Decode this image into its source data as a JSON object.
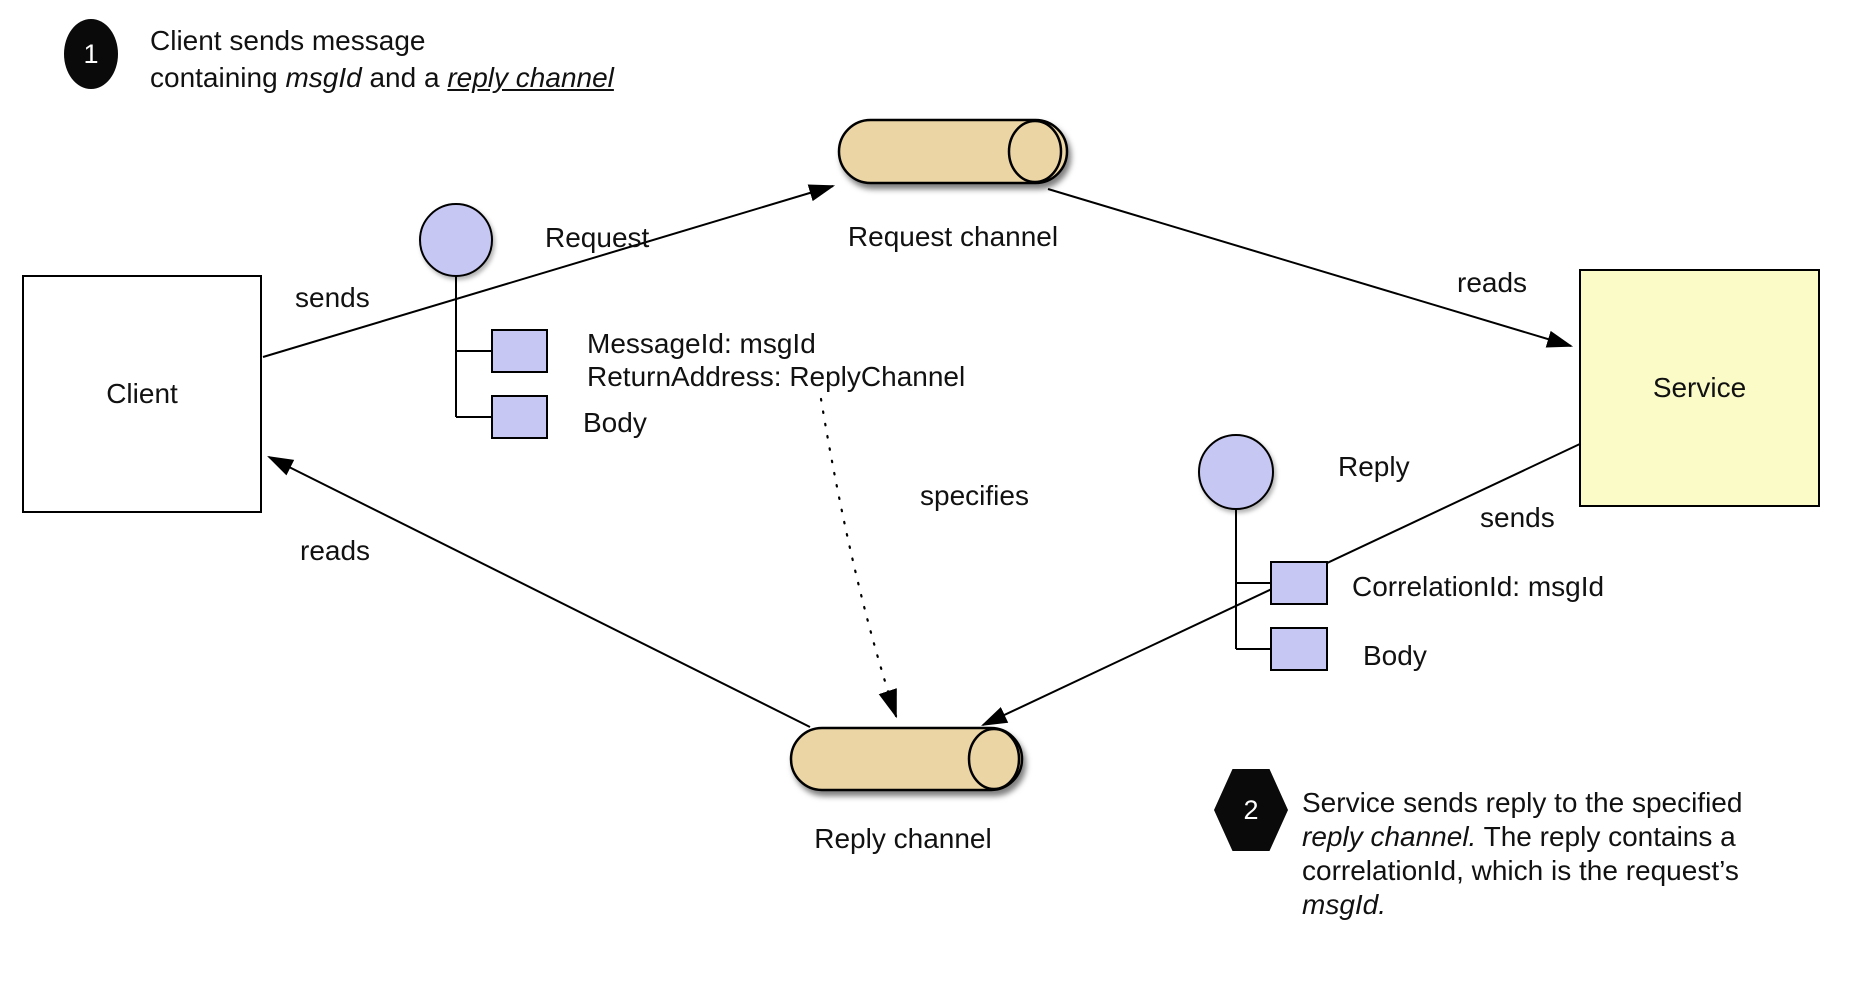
{
  "title_note": {
    "number": "1",
    "line1": "Client sends message",
    "line2_plain1": "containing ",
    "line2_italic1": "msgId",
    "line2_plain2": " and a ",
    "line2_italic_underline": "reply channel"
  },
  "footer_note": {
    "number": "2",
    "line1": "Service sends reply to the specified",
    "line2_italic": "reply channel.",
    "line2_rest": " The reply contains a",
    "line3": "correlationId, which is the request’s",
    "line4_italic": "msgId."
  },
  "nodes": {
    "client": {
      "label": "Client"
    },
    "service": {
      "label": "Service"
    },
    "request_channel": {
      "label": "Request channel"
    },
    "reply_channel": {
      "label": "Reply channel"
    }
  },
  "edge_labels": {
    "client_sends": "sends",
    "request": "Request",
    "service_reads": "reads",
    "reply": "Reply",
    "service_sends": "sends",
    "client_reads": "reads",
    "specifies": "specifies"
  },
  "request_message": {
    "header_line1": "MessageId: msgId",
    "header_line2": "ReturnAddress: ReplyChannel",
    "body_label": "Body"
  },
  "reply_message": {
    "header_line1": "CorrelationId: msgId",
    "body_label": "Body"
  },
  "colors": {
    "channel_fill": "#ecd5a4",
    "message_fill": "#c7c7f4",
    "service_fill": "#fbfbc8",
    "client_fill": "#ffffff",
    "line": "#000000",
    "note_marker": "#0a0a0a"
  }
}
